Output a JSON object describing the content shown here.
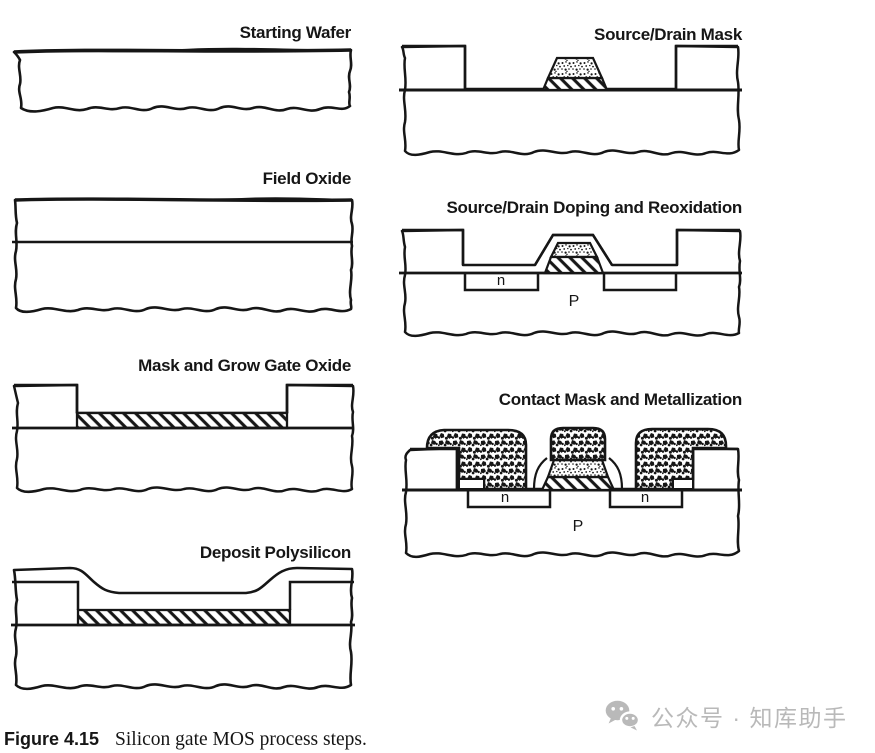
{
  "figure": {
    "steps": [
      {
        "label": "Starting Wafer"
      },
      {
        "label": "Field Oxide"
      },
      {
        "label": "Mask and Grow Gate Oxide"
      },
      {
        "label": "Deposit Polysilicon"
      },
      {
        "label": "Source/Drain Mask"
      },
      {
        "label": "Source/Drain Doping and Reoxidation"
      },
      {
        "label": "Contact Mask and Metallization"
      }
    ],
    "region_labels": {
      "n": "n",
      "p": "P"
    },
    "caption": {
      "number": "Figure 4.15",
      "text": "Silicon gate MOS process steps."
    }
  },
  "watermark": {
    "text": "公众号 · 知库助手",
    "color": "#b9b9b9",
    "icon": "wechat-chat-bubbles"
  },
  "colors": {
    "ink": "#161616",
    "paper": "#ffffff"
  }
}
